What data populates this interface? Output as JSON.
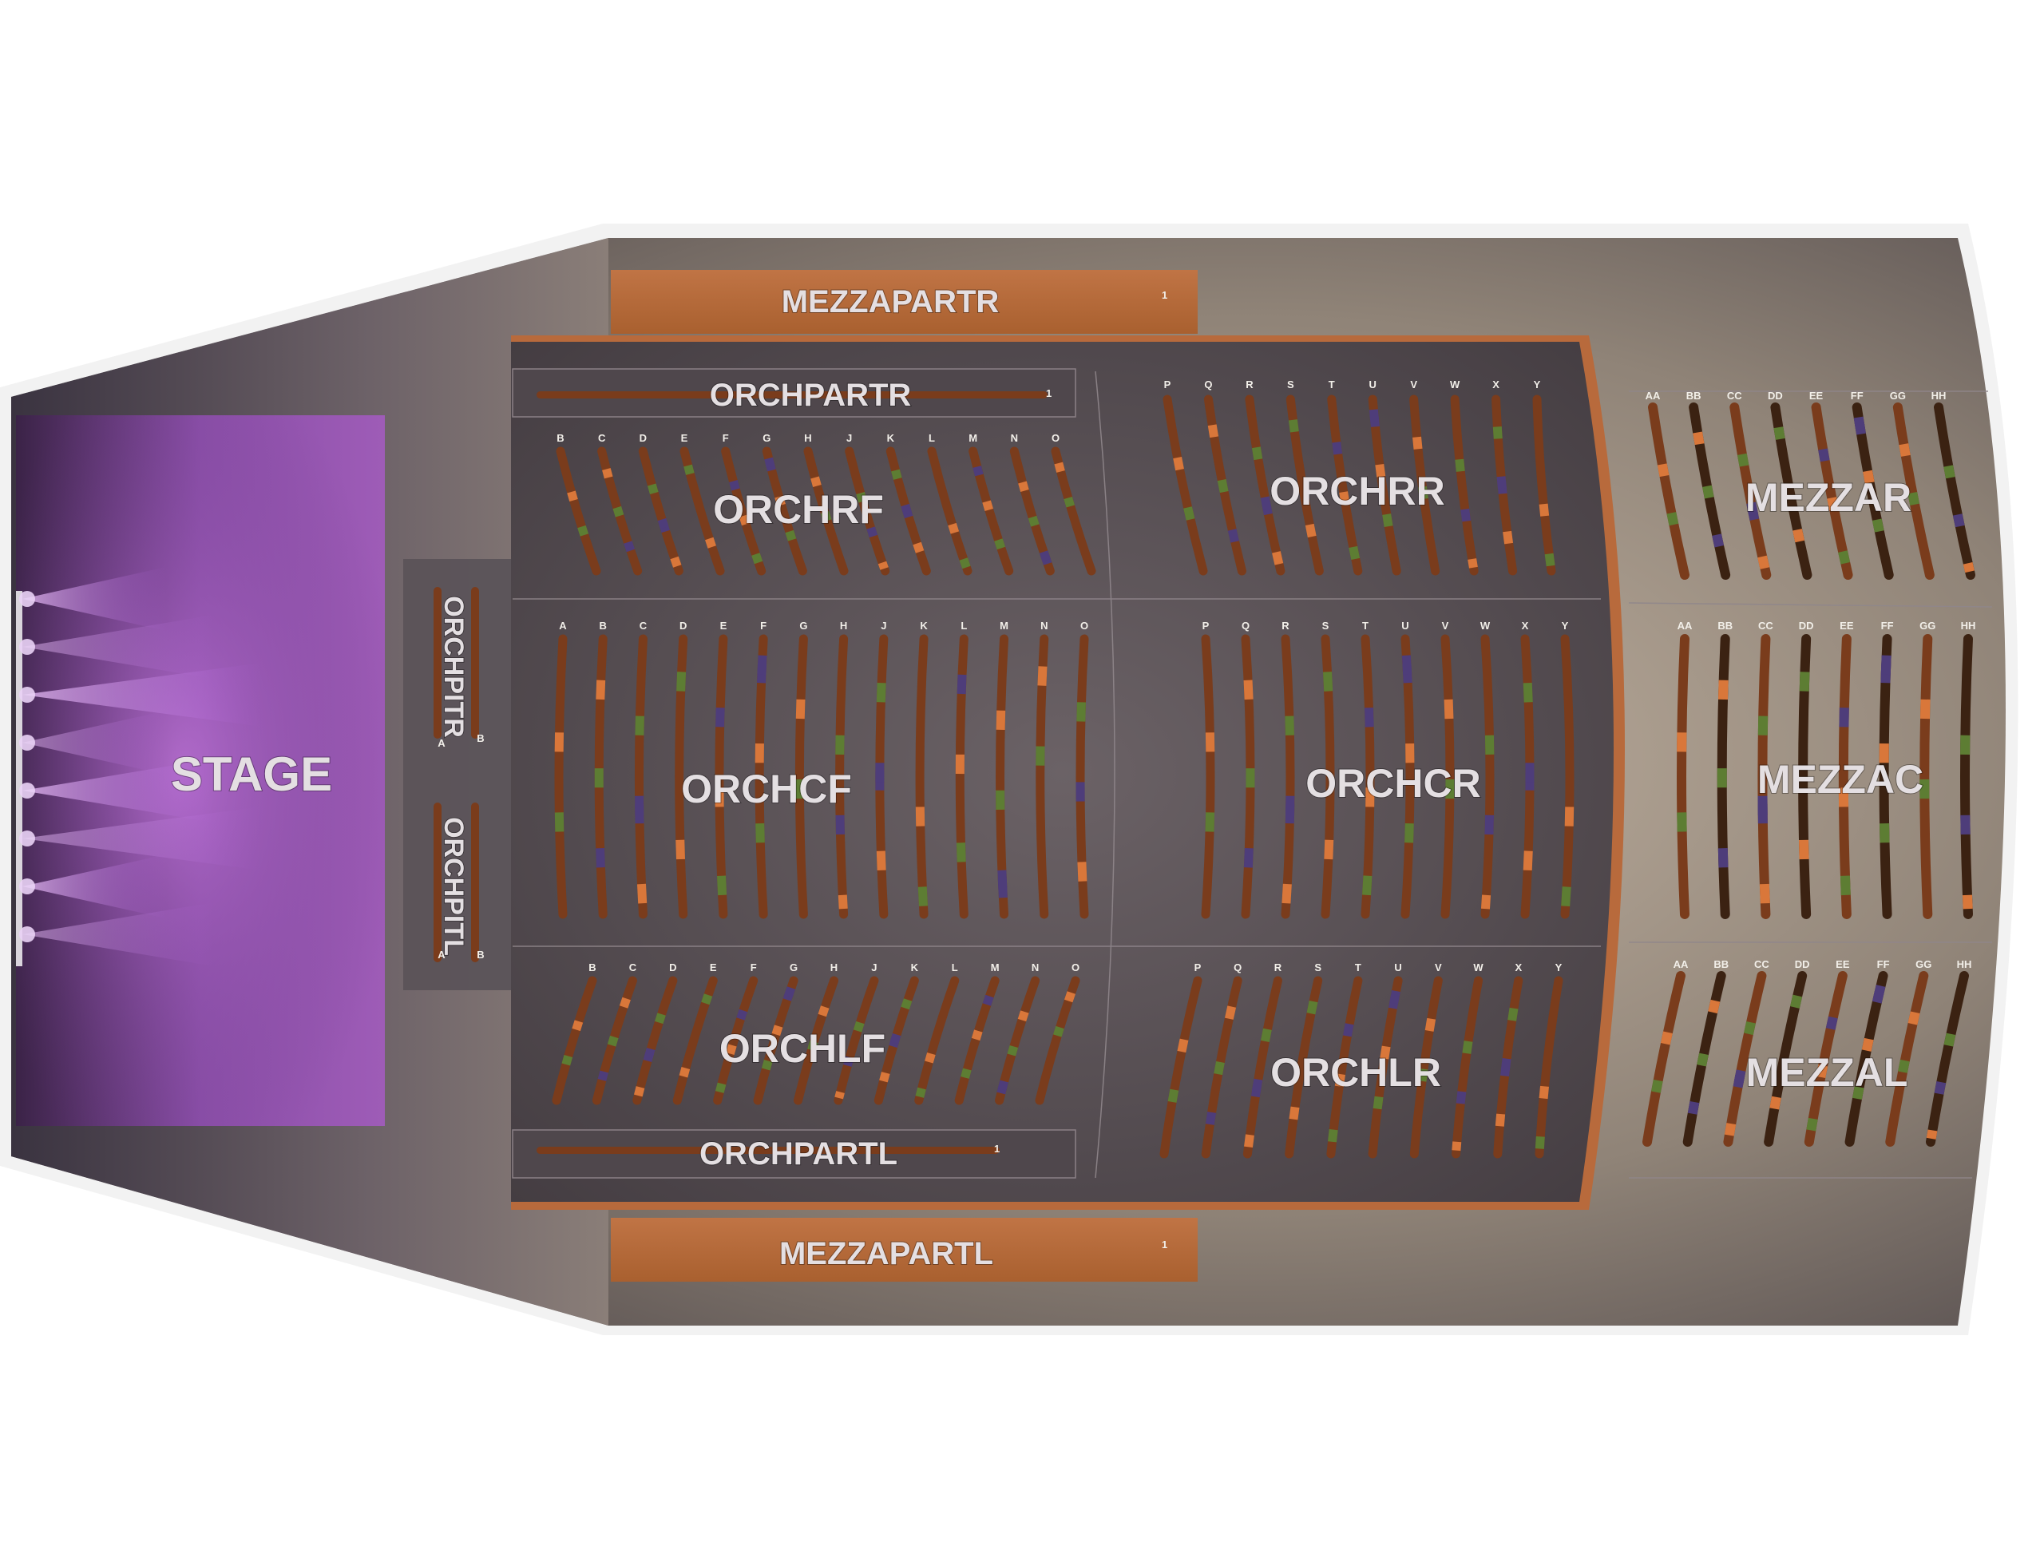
{
  "venue": {
    "stage_label": "STAGE",
    "sections": {
      "orchpitr": {
        "label": "ORCHPITR",
        "rows": [
          "A",
          "B"
        ]
      },
      "orchpitl": {
        "label": "ORCHPITL",
        "rows": [
          "A",
          "B"
        ]
      },
      "orchpartr": {
        "label": "ORCHPARTR",
        "seat": "1"
      },
      "orchpartl": {
        "label": "ORCHPARTL",
        "seat": "1"
      },
      "mezzapartr": {
        "label": "MEZZAPARTR",
        "seat": "1"
      },
      "mezzapartl": {
        "label": "MEZZAPARTL",
        "seat": "1"
      },
      "orchrf": {
        "label": "ORCHRF",
        "rows": [
          "B",
          "C",
          "D",
          "E",
          "F",
          "G",
          "H",
          "J",
          "K",
          "L",
          "M",
          "N",
          "O"
        ]
      },
      "orchcf": {
        "label": "ORCHCF",
        "rows": [
          "A",
          "B",
          "C",
          "D",
          "E",
          "F",
          "G",
          "H",
          "J",
          "K",
          "L",
          "M",
          "N",
          "O"
        ]
      },
      "orchlf": {
        "label": "ORCHLF",
        "rows": [
          "B",
          "C",
          "D",
          "E",
          "F",
          "G",
          "H",
          "J",
          "K",
          "L",
          "M",
          "N",
          "O"
        ]
      },
      "orchrr": {
        "label": "ORCHRR",
        "rows": [
          "P",
          "Q",
          "R",
          "S",
          "T",
          "U",
          "V",
          "W",
          "X",
          "Y"
        ]
      },
      "orchcr": {
        "label": "ORCHCR",
        "rows": [
          "P",
          "Q",
          "R",
          "S",
          "T",
          "U",
          "V",
          "W",
          "X",
          "Y"
        ]
      },
      "orchlr": {
        "label": "ORCHLR",
        "rows": [
          "P",
          "Q",
          "R",
          "S",
          "T",
          "U",
          "V",
          "W",
          "X",
          "Y"
        ]
      },
      "mezzar": {
        "label": "MEZZAR",
        "rows": [
          "AA",
          "BB",
          "CC",
          "DD",
          "EE",
          "FF",
          "GG",
          "HH"
        ]
      },
      "mezzac": {
        "label": "MEZZAC",
        "rows": [
          "AA",
          "BB",
          "CC",
          "DD",
          "EE",
          "FF",
          "GG",
          "HH"
        ]
      },
      "mezzal": {
        "label": "MEZZAL",
        "rows": [
          "AA",
          "BB",
          "CC",
          "DD",
          "EE",
          "FF",
          "GG",
          "HH"
        ]
      }
    }
  },
  "colors": {
    "seat_base": "#7a3c1c",
    "seat_orange": "#d9773a",
    "seat_green": "#5d7d33",
    "seat_purple": "#4e3d7a",
    "seat_dark": "#3b2212",
    "partition_orange": "#b96b3a",
    "stage_purple": "#7a3f9a"
  }
}
